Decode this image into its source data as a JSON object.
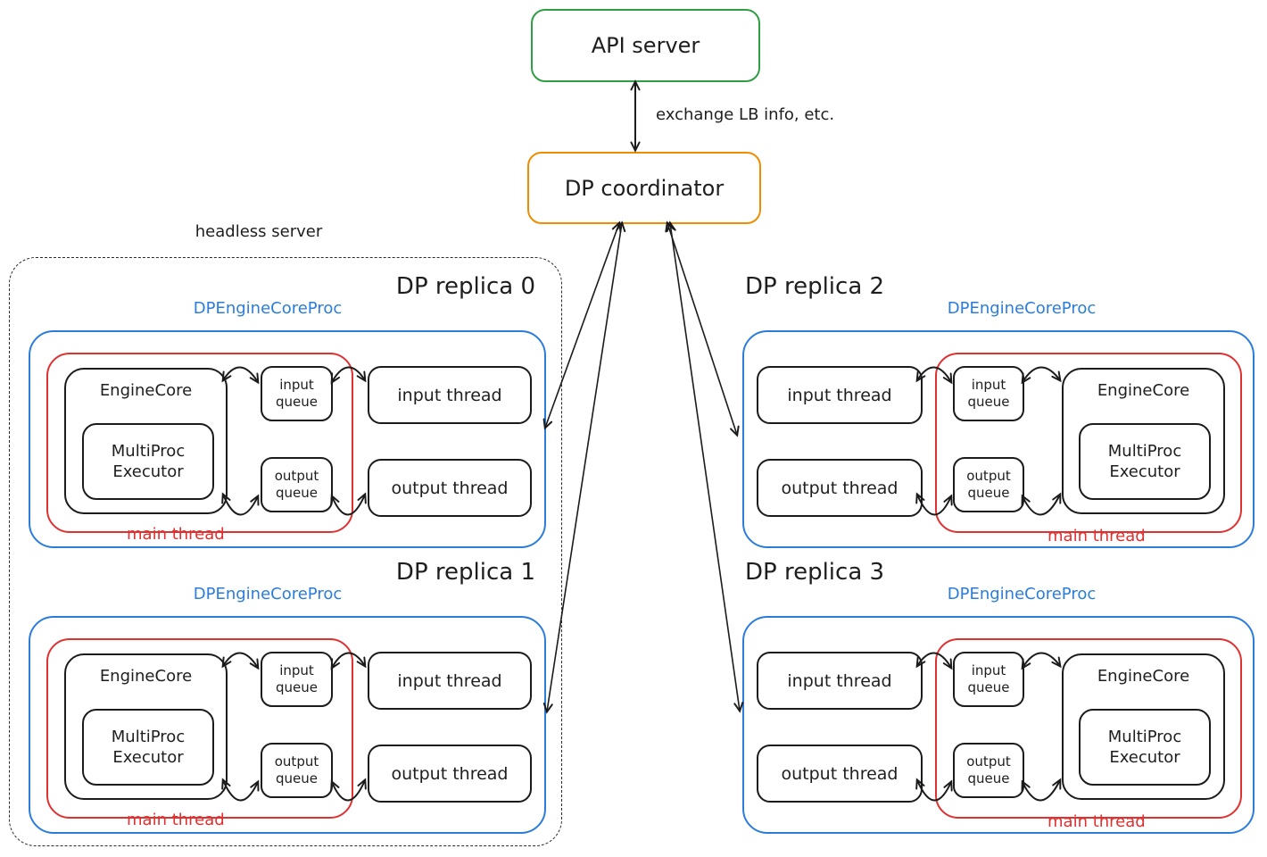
{
  "api_server": {
    "label": "API server"
  },
  "coordinator": {
    "label": "DP coordinator"
  },
  "link_label": "exchange LB info, etc.",
  "headless_server_label": "headless server",
  "replicas": [
    {
      "title": "DP replica 0",
      "proc_label": "DPEngineCoreProc",
      "engine_core": "EngineCore",
      "executor": "MultiProc Executor",
      "input_queue": "input queue",
      "output_queue": "output queue",
      "input_thread": "input thread",
      "output_thread": "output thread",
      "main_thread": "main thread"
    },
    {
      "title": "DP replica 1",
      "proc_label": "DPEngineCoreProc",
      "engine_core": "EngineCore",
      "executor": "MultiProc Executor",
      "input_queue": "input queue",
      "output_queue": "output queue",
      "input_thread": "input thread",
      "output_thread": "output thread",
      "main_thread": "main thread"
    },
    {
      "title": "DP replica 2",
      "proc_label": "DPEngineCoreProc",
      "engine_core": "EngineCore",
      "executor": "MultiProc Executor",
      "input_queue": "input queue",
      "output_queue": "output queue",
      "input_thread": "input thread",
      "output_thread": "output thread",
      "main_thread": "main thread"
    },
    {
      "title": "DP replica 3",
      "proc_label": "DPEngineCoreProc",
      "engine_core": "EngineCore",
      "executor": "MultiProc Executor",
      "input_queue": "input queue",
      "output_queue": "output queue",
      "input_thread": "input thread",
      "output_thread": "output thread",
      "main_thread": "main thread"
    }
  ],
  "colors": {
    "api_server_border": "#2f9e44",
    "coordinator_border": "#f08c00",
    "dpenginecoreproc_blue": "#2b7ddb",
    "main_thread_red": "#e03131",
    "box_stroke": "#1b1b1b",
    "background": "#ffffff"
  }
}
